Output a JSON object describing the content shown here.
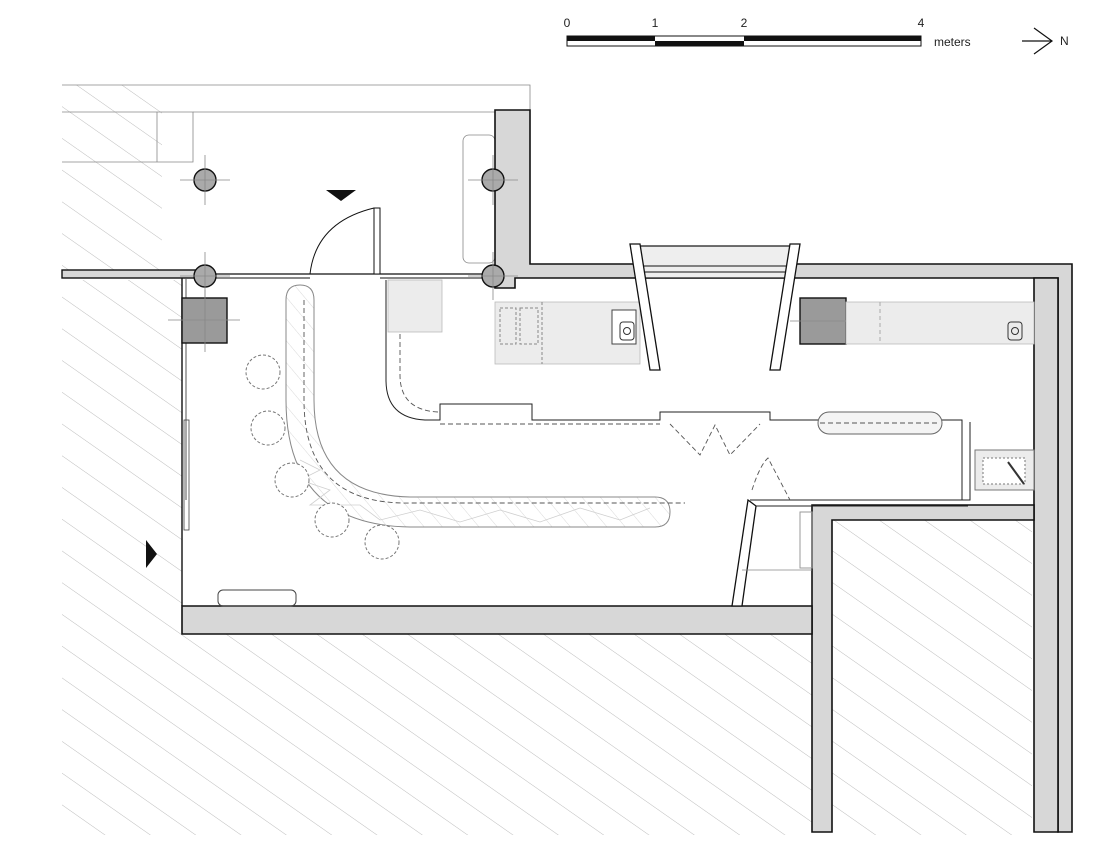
{
  "scale_bar": {
    "ticks": [
      "0",
      "1",
      "2",
      "4"
    ],
    "unit": "meters"
  },
  "north_arrow": {
    "label": "N"
  },
  "colors": {
    "wall_fill": "#d7d7d7",
    "column_fill": "#aaaaaa",
    "line": "#111111",
    "hatch": "#bdbdbd"
  },
  "icons": [
    "north-arrow-icon",
    "entrance-marker-icon",
    "sink-icon",
    "column-icon"
  ]
}
